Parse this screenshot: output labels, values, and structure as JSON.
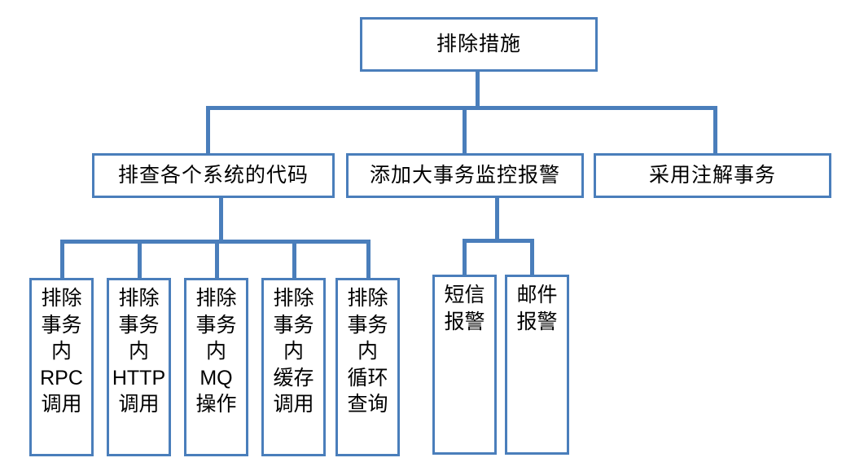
{
  "diagram": {
    "title": "排除措施",
    "type": "org-chart",
    "accent_color": "#4a7ebb",
    "background_color": "#ffffff",
    "text_color": "#000000",
    "root": {
      "label": "排除措施"
    },
    "level2": [
      {
        "label": "排查各个系统的代码"
      },
      {
        "label": "添加大事务监控报警"
      },
      {
        "label": "采用注解事务"
      }
    ],
    "level3_code": [
      {
        "label": "排除\n事务\n内\nRPC\n调用"
      },
      {
        "label": "排除\n事务\n内\nHTTP\n调用"
      },
      {
        "label": "排除\n事务\n内\nMQ\n操作"
      },
      {
        "label": "排除\n事务\n内\n缓存\n调用"
      },
      {
        "label": "排除\n事务\n内\n循环\n查询"
      }
    ],
    "level3_alert": [
      {
        "label": "短信\n报警"
      },
      {
        "label": "邮件\n报警"
      }
    ]
  }
}
